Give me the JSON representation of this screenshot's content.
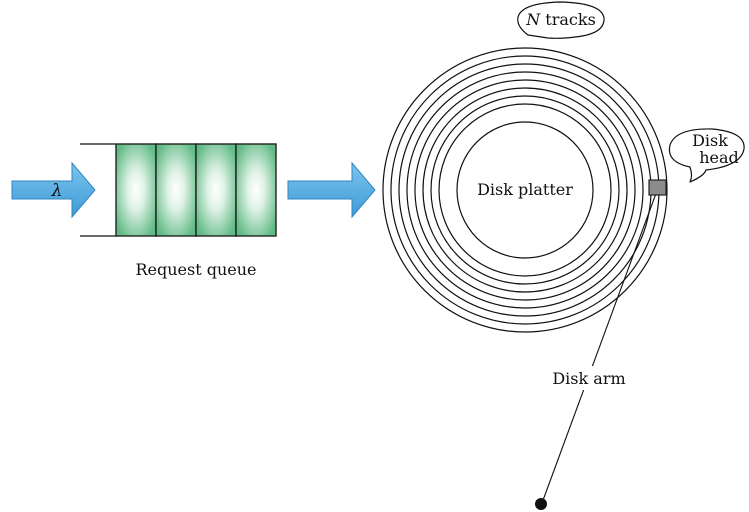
{
  "input_arrow": {
    "label": "λ",
    "color": "#5aaee0"
  },
  "queue": {
    "label": "Request queue",
    "slot_color": "#7bc9a0"
  },
  "output_arrow": {
    "color": "#5aaee0"
  },
  "disk": {
    "platter_label": "Disk platter",
    "tracks_callout": {
      "italic": "N",
      "rest": " tracks"
    },
    "head_callout": {
      "line1": "Disk",
      "line2": "head"
    },
    "arm_label": "Disk arm",
    "head_color": "#8c8c8c"
  }
}
